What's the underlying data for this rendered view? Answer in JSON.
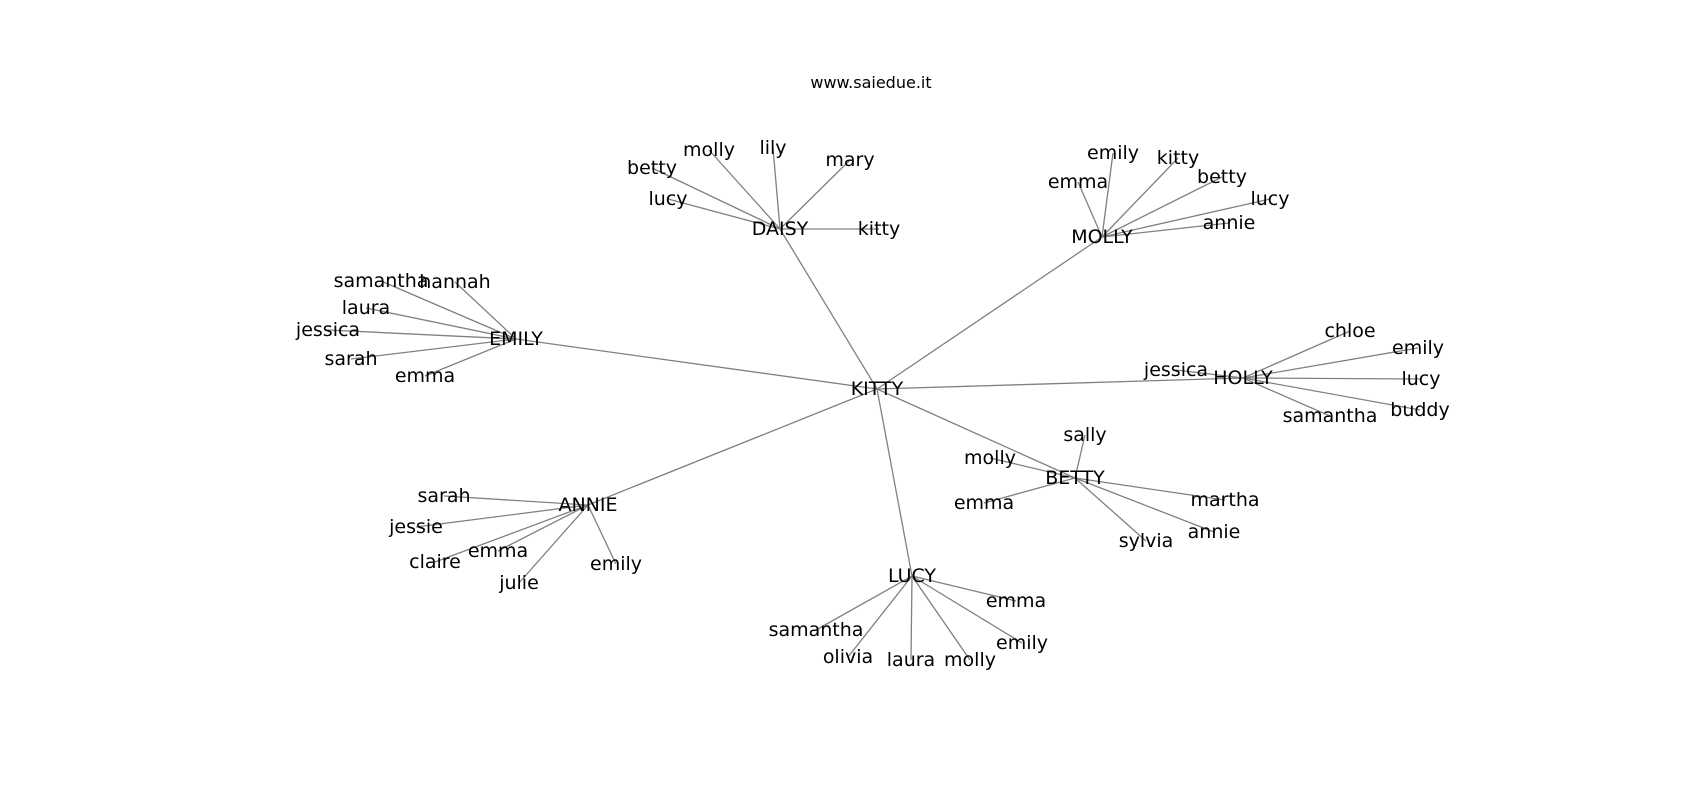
{
  "title": "www.saiedue.it",
  "root": "KITTY",
  "groups": [
    {
      "id": "daisy",
      "label": "DAISY",
      "children": [
        "molly",
        "lily",
        "mary",
        "betty",
        "lucy",
        "kitty"
      ]
    },
    {
      "id": "molly",
      "label": "MOLLY",
      "children": [
        "emily",
        "kitty",
        "betty",
        "emma",
        "lucy",
        "annie"
      ]
    },
    {
      "id": "emily",
      "label": "EMILY",
      "children": [
        "samantha",
        "hannah",
        "laura",
        "jessica",
        "sarah",
        "emma"
      ]
    },
    {
      "id": "holly",
      "label": "HOLLY",
      "children": [
        "chloe",
        "emily",
        "jessica",
        "lucy",
        "buddy",
        "samantha"
      ]
    },
    {
      "id": "betty",
      "label": "BETTY",
      "children": [
        "sally",
        "molly",
        "emma",
        "martha",
        "annie",
        "sylvia"
      ]
    },
    {
      "id": "annie",
      "label": "ANNIE",
      "children": [
        "sarah",
        "jessie",
        "claire",
        "emma",
        "julie",
        "emily"
      ]
    },
    {
      "id": "lucy",
      "label": "LUCY",
      "children": [
        "emma",
        "samantha",
        "emily",
        "olivia",
        "laura",
        "molly"
      ]
    }
  ]
}
